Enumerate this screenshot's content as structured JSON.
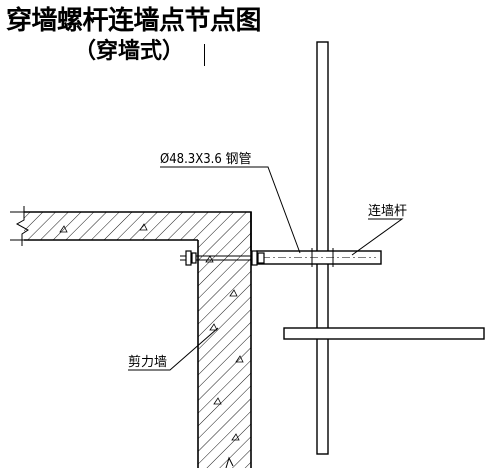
{
  "diagram": {
    "title": "穿墙螺杆连墙点节点图",
    "subtitle": "（穿墙式）",
    "labels": {
      "pipe": "Ø48.3X3.6 钢管",
      "wall_tie": "连墙杆",
      "shear_wall": "剪力墙"
    }
  }
}
